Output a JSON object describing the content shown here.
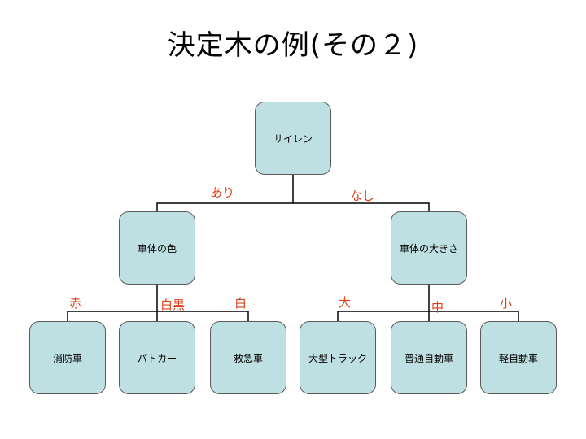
{
  "title": "決定木の例(その２)",
  "colors": {
    "node_fill": "#bfe0e3",
    "node_border": "#5a5a5a",
    "edge_label": "#e0401a",
    "line": "#000000"
  },
  "root": {
    "label": "サイレン"
  },
  "branches": {
    "yes": "あり",
    "no": "なし"
  },
  "level2": {
    "left": "車体の色",
    "right": "車体の大きさ"
  },
  "color_edges": {
    "red": "赤",
    "white_black": "白黒",
    "white": "白"
  },
  "size_edges": {
    "large": "大",
    "medium": "中",
    "small": "小"
  },
  "leaves": {
    "fire_truck": "消防車",
    "police_car": "パトカー",
    "ambulance": "救急車",
    "large_truck": "大型トラック",
    "ordinary_car": "普通自動車",
    "kei_car": "軽自動車"
  }
}
